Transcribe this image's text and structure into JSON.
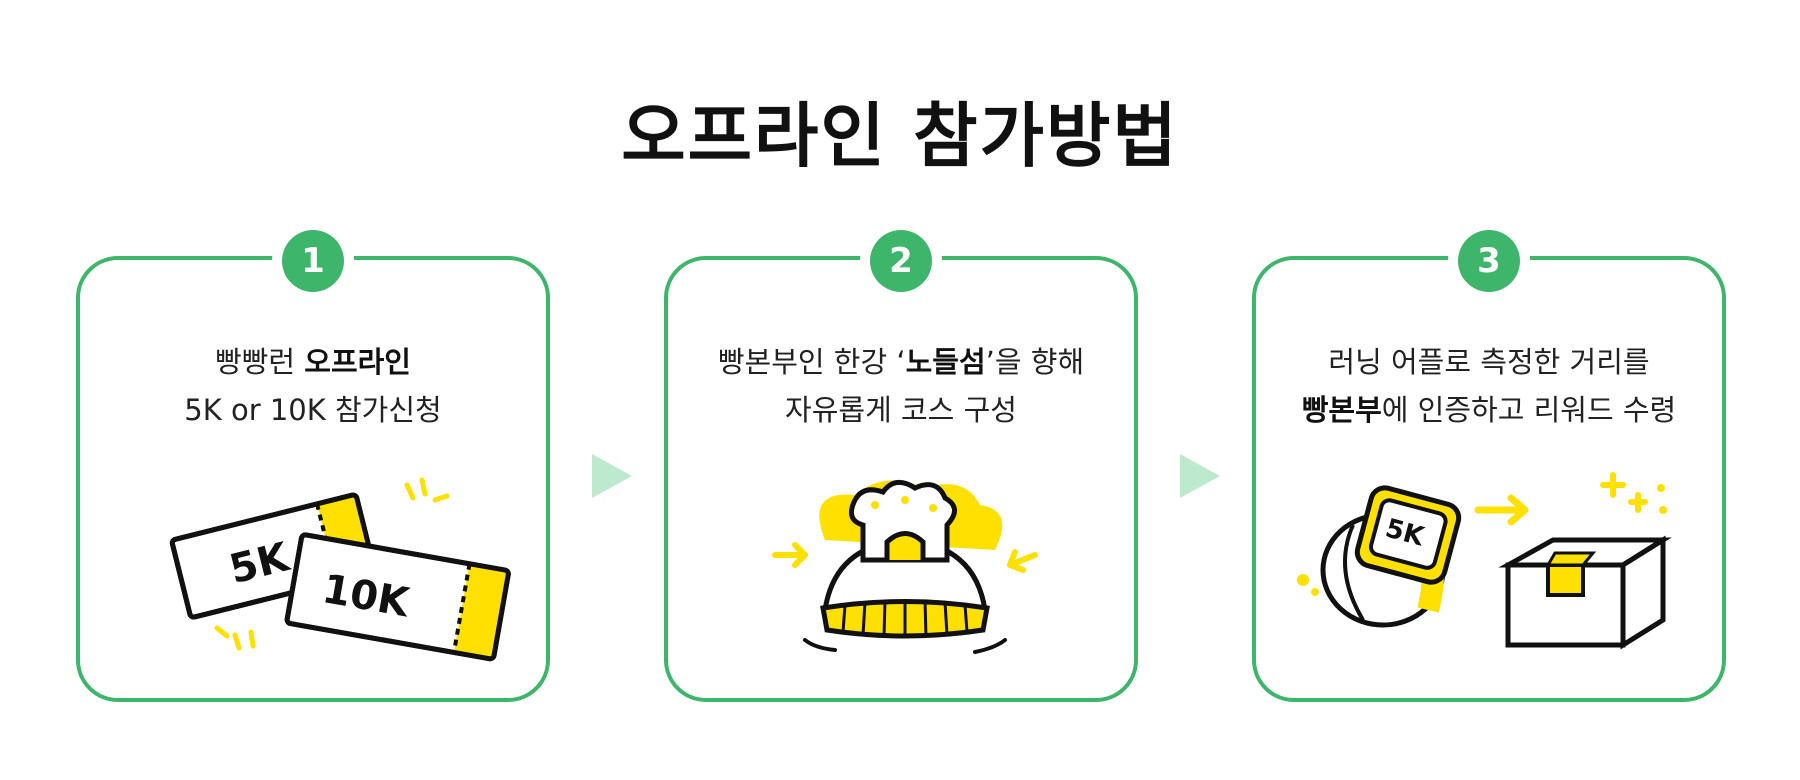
{
  "title": "오프라인 참가방법",
  "colors": {
    "accent_green": "#3db56a",
    "accent_yellow": "#ffe000",
    "arrow_mint": "#bde9cf"
  },
  "steps": [
    {
      "number": "1",
      "line1_pre": "빵빵런 ",
      "line1_bold": "오프라인",
      "line1_post": "",
      "line2_pre": "5K or 10K 참가신청",
      "line2_bold": "",
      "line2_post": "",
      "ticket1_label": "5K",
      "ticket2_label": "10K"
    },
    {
      "number": "2",
      "line1_pre": "빵본부인 한강 ‘",
      "line1_bold": "노들섬",
      "line1_post": "’을 향해",
      "line2_pre": "자유롭게 코스 구성",
      "line2_bold": "",
      "line2_post": ""
    },
    {
      "number": "3",
      "line1_pre": "러닝 어플로 측정한 거리를",
      "line1_bold": "",
      "line1_post": "",
      "line2_pre": "",
      "line2_bold": "빵본부",
      "line2_post": "에 인증하고 리워드 수령",
      "watch_label": "5K"
    }
  ]
}
